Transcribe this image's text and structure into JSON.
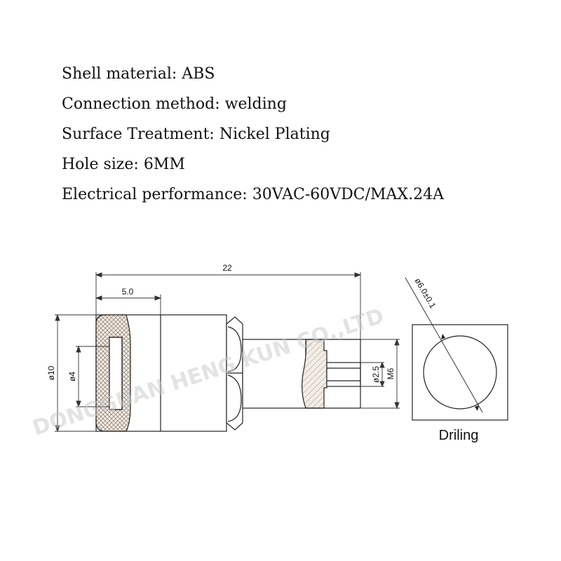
{
  "specs": [
    "Shell material: ABS",
    "Connection method: welding",
    "Surface Treatment: Nickel Plating",
    "Hole size: 6MM",
    "Electrical performance: 30VAC-60VDC/MAX.24A"
  ],
  "drawing": {
    "dims": {
      "overall_length": "22",
      "head_depth": "5.0",
      "outer_diameter": "ø10",
      "hole_diameter": "ø4",
      "pin_diameter": "ø2.5",
      "thread": "M6"
    },
    "drill": {
      "diameter": "ø6.0±0.1",
      "caption": "Driling"
    },
    "watermark": "DONGGUAN HENG KUN CO.,LTD"
  }
}
